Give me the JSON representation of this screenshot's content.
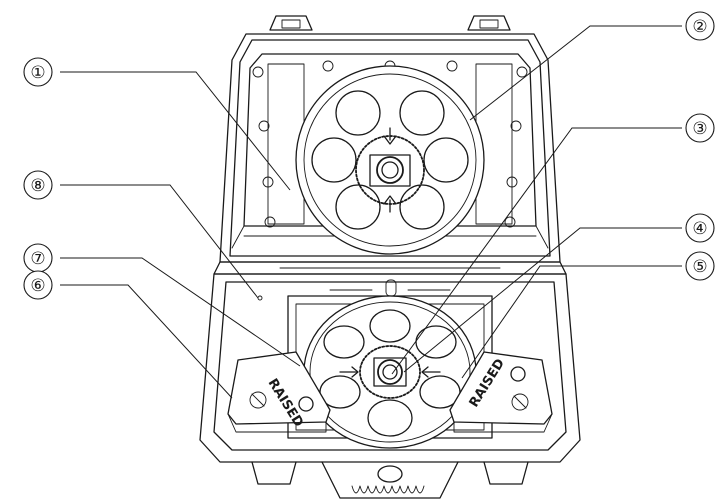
{
  "callouts": [
    {
      "id": "1",
      "label": "①"
    },
    {
      "id": "2",
      "label": "②"
    },
    {
      "id": "3",
      "label": "③"
    },
    {
      "id": "4",
      "label": "④"
    },
    {
      "id": "5",
      "label": "⑤"
    },
    {
      "id": "6",
      "label": "⑥"
    },
    {
      "id": "7",
      "label": "⑦"
    },
    {
      "id": "8",
      "label": "⑧"
    }
  ],
  "brand_logo_text": "RAISED"
}
